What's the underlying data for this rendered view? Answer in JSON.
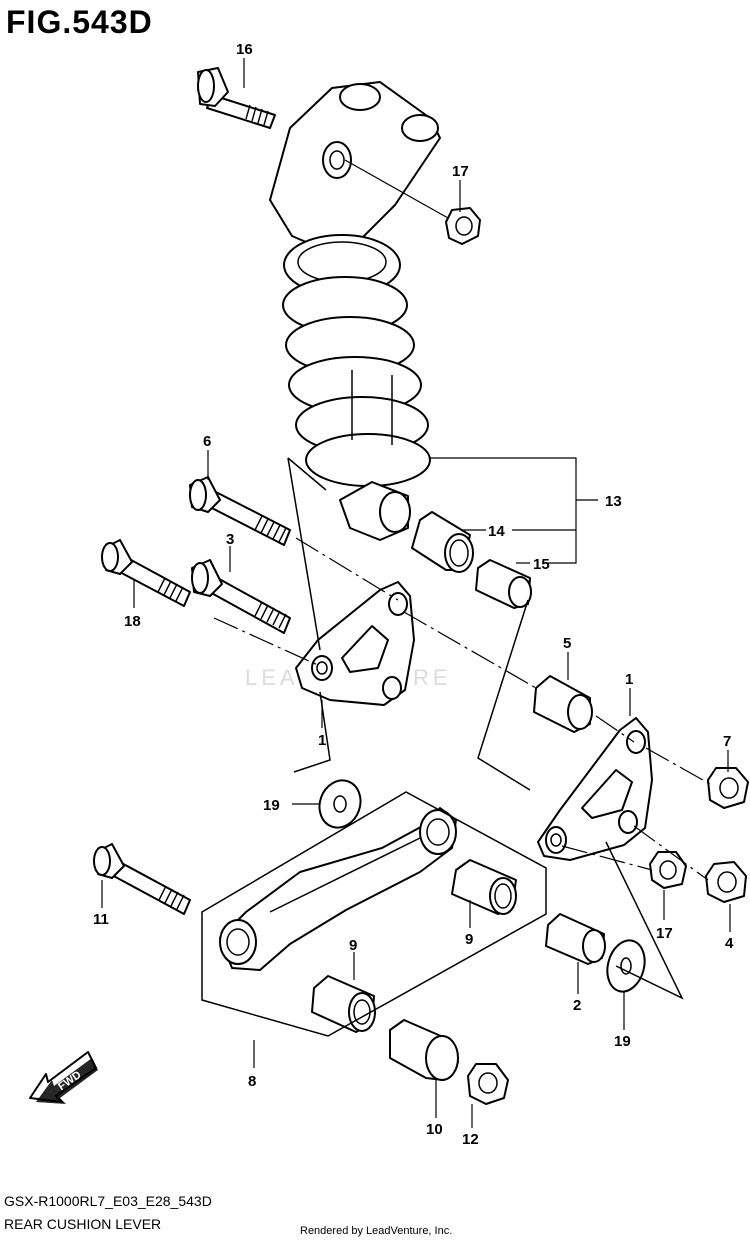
{
  "figure": {
    "title": "FIG.543D"
  },
  "callouts": {
    "c1a": "1",
    "c1b": "1",
    "c2": "2",
    "c3": "3",
    "c4": "4",
    "c5": "5",
    "c6": "6",
    "c7": "7",
    "c8": "8",
    "c9a": "9",
    "c9b": "9",
    "c10": "10",
    "c11": "11",
    "c12": "12",
    "c13": "13",
    "c14": "14",
    "c15": "15",
    "c16": "16",
    "c17a": "17",
    "c17b": "17",
    "c18": "18",
    "c19a": "19",
    "c19b": "19"
  },
  "badge": {
    "fwd": "FWD"
  },
  "watermark": "LEADVENTURE",
  "footer": {
    "model_code": "GSX-R1000RL7_E03_E28_543D",
    "section_name": "REAR CUSHION LEVER",
    "rendered_by": "Rendered by LeadVenture, Inc."
  }
}
